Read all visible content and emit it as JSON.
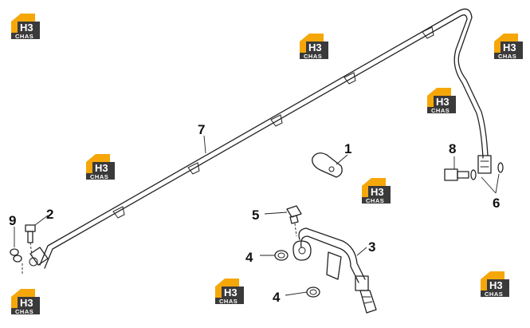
{
  "watermark": {
    "top": "H3",
    "bottom": "CHAS",
    "accent_color": "#f5a70a",
    "dark_color": "#3a3a3a"
  },
  "callouts": [
    {
      "id": "1",
      "label": "1"
    },
    {
      "id": "2",
      "label": "2"
    },
    {
      "id": "3",
      "label": "3"
    },
    {
      "id": "4a",
      "label": "4"
    },
    {
      "id": "4b",
      "label": "4"
    },
    {
      "id": "5",
      "label": "5"
    },
    {
      "id": "6",
      "label": "6"
    },
    {
      "id": "7",
      "label": "7"
    },
    {
      "id": "8",
      "label": "8"
    },
    {
      "id": "9",
      "label": "9"
    }
  ]
}
